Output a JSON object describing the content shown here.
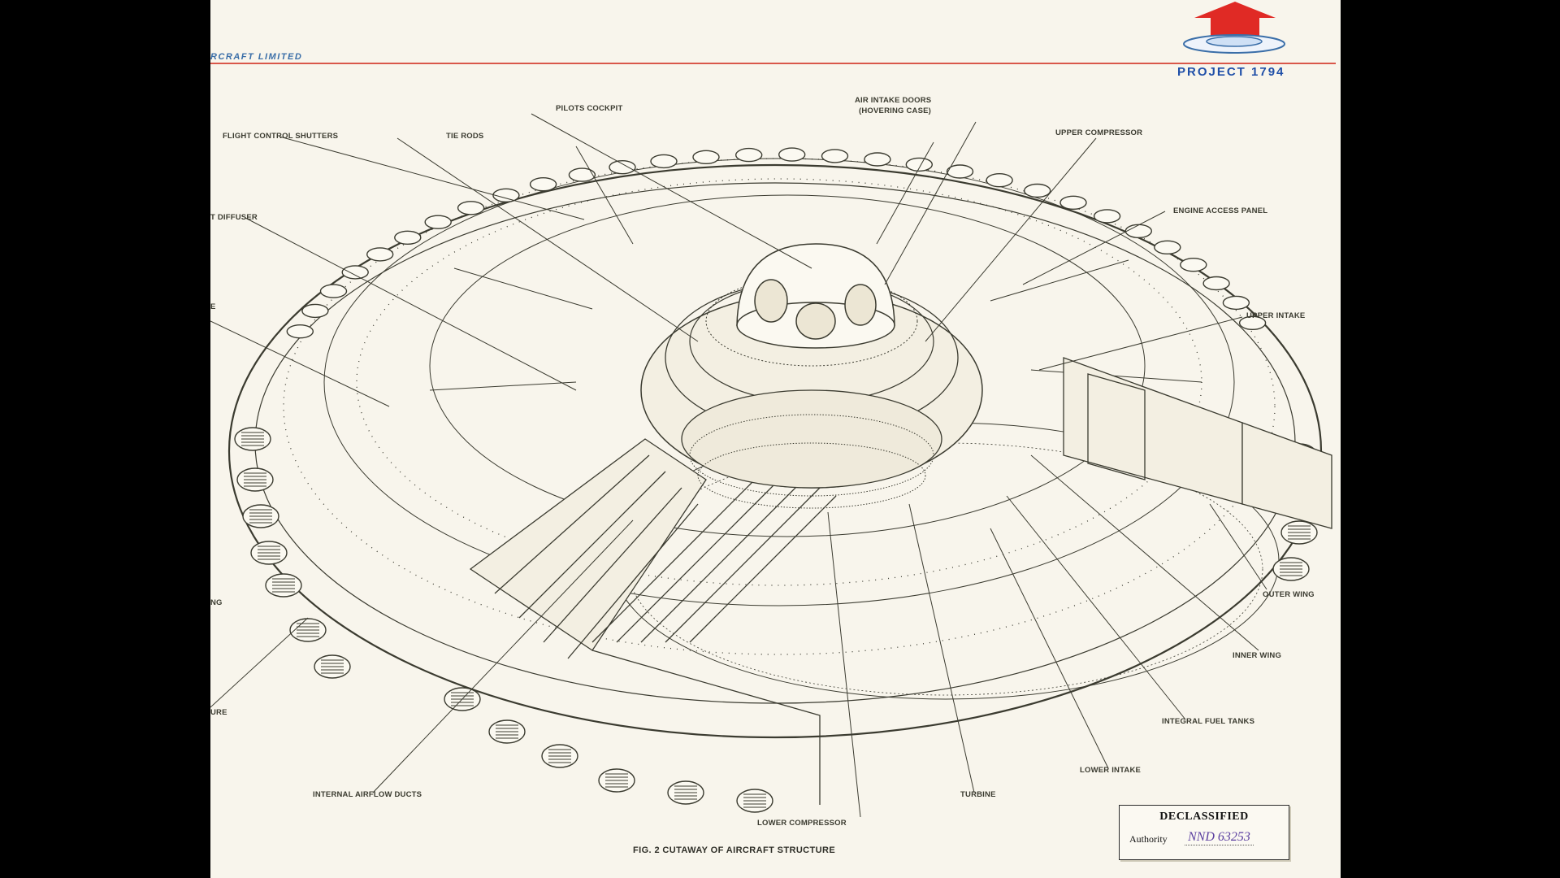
{
  "header": {
    "company_text": "RCRAFT LIMITED",
    "project_label": "PROJECT 1794",
    "logo": "saucer-arrow-logo"
  },
  "colors": {
    "paper": "#f8f5ec",
    "ink": "#3b3b30",
    "header_rule": "#d9574a",
    "logo_red": "#e02a25",
    "logo_blue": "#1f4fa8",
    "stamp_ink": "#5b3fa0"
  },
  "labels": {
    "pilots_cockpit": "PILOTS COCKPIT",
    "air_intake_doors": "AIR INTAKE DOORS",
    "hovering_case": "(HOVERING CASE)",
    "flight_control_shutters": "FLIGHT CONTROL SHUTTERS",
    "tie_rods": "TIE RODS",
    "upper_compressor": "UPPER COMPRESSOR",
    "engine_access_panel": "ENGINE ACCESS PANEL",
    "diffuser": "T DIFFUSER",
    "upper_intake": "UPPER INTAKE",
    "outer_wing": "OUTER WING",
    "inner_wing": "INNER WING",
    "integral_fuel_tanks": "INTEGRAL FUEL TANKS",
    "lower_intake": "LOWER INTAKE",
    "turbine": "TURBINE",
    "lower_compressor": "LOWER COMPRESSOR",
    "internal_airflow_ducts": "INTERNAL AIRFLOW DUCTS",
    "left_edge_e": "E",
    "left_edge_ng": "NG",
    "left_edge_ure": "URE"
  },
  "caption": "FIG. 2 CUTAWAY OF AIRCRAFT STRUCTURE",
  "stamp": {
    "title": "DECLASSIFIED",
    "authority_label": "Authority",
    "authority_value": "NND 63253"
  }
}
